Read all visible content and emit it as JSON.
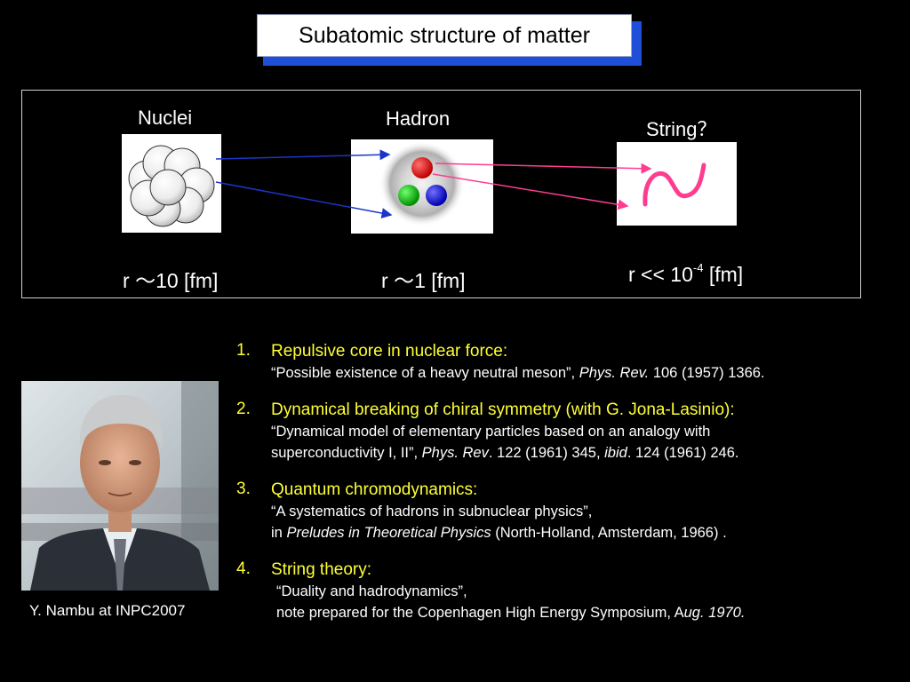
{
  "title": "Subatomic structure of matter",
  "panels": {
    "nuclei": {
      "label": "Nuclei",
      "radius_prefix": "r ",
      "radius_tilde": "〜",
      "radius_value": "10 [fm]"
    },
    "hadron": {
      "label": "Hadron",
      "radius_prefix": "r ",
      "radius_tilde": "〜",
      "radius_value": "1 [fm]"
    },
    "string": {
      "label": "String？",
      "symbol": "~",
      "radius_prefix": "r << 10",
      "radius_exp": "-4",
      "radius_unit": " [fm]"
    }
  },
  "colors": {
    "arrow_blue": "#1a35c8",
    "arrow_pink": "#ff3c8f",
    "string": "#ff3c8f",
    "heading": "#ffff33",
    "title_shadow": "#1f4fd8"
  },
  "quarks": [
    "red",
    "green",
    "blue"
  ],
  "photo_caption": "Y. Nambu at INPC2007",
  "references": [
    {
      "num": "1.",
      "heading": "Repulsive core in nuclear force:",
      "line1_a": "“Possible existence of a heavy neutral meson”, ",
      "line1_journal": "Phys. Rev.",
      "line1_b": " 106 (1957) 1366."
    },
    {
      "num": "2.",
      "heading": "Dynamical breaking of chiral symmetry  (with G. Jona-Lasinio):",
      "line1": "“Dynamical model of elementary particles based on an analogy with",
      "line2_a": "superconductivity I, II”,  ",
      "line2_journal": "Phys. Rev",
      "line2_b": ". 122 (1961) 345, ",
      "line2_ibid": "ibid",
      "line2_c": ". 124 (1961) 246."
    },
    {
      "num": "3.",
      "heading": "Quantum chromodynamics:",
      "line1": "“A systematics of hadrons in subnuclear physics”,",
      "line2_a": " in ",
      "line2_book": "Preludes in Theoretical Physics",
      "line2_b": " (North-Holland, Amsterdam, 1966) ."
    },
    {
      "num": "4.",
      "heading": "String theory:",
      "line1": "“Duality and hadrodynamics”,",
      "line2_a": "note prepared for the Copenhagen High Energy Symposium, A",
      "line2_date": "ug. 1970."
    }
  ]
}
